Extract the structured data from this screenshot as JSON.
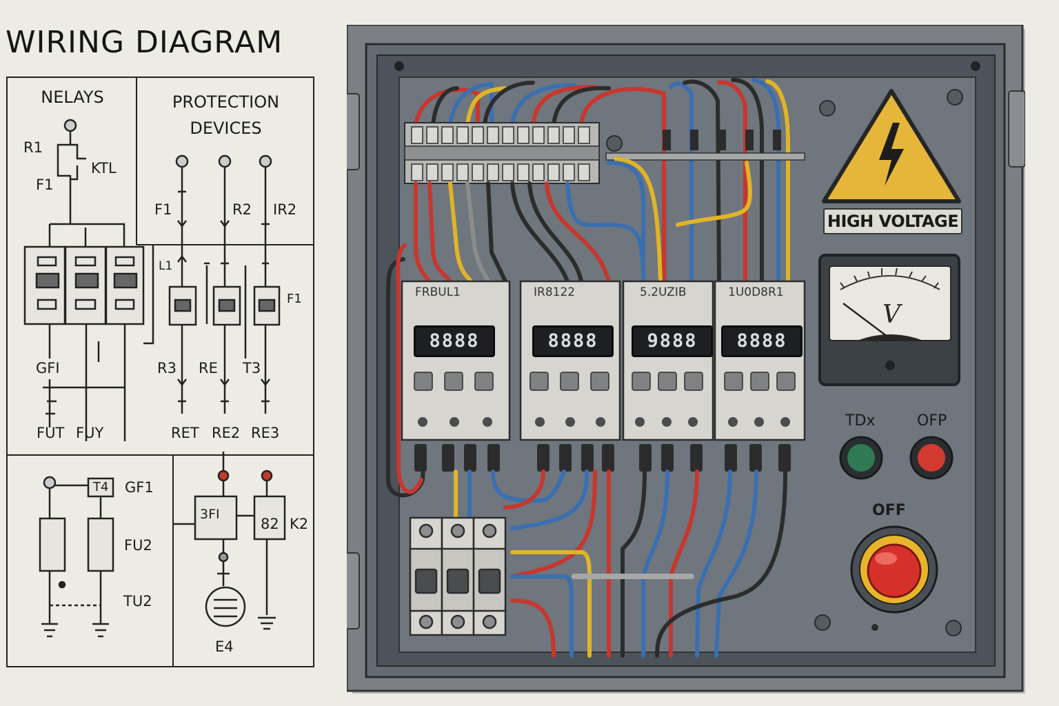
{
  "diagram": {
    "title": "WIRING DIAGRAM",
    "sections": {
      "relays": "NELAYS",
      "protection": [
        "PROTECTION",
        "DEVICES"
      ]
    },
    "relay_labels": {
      "r1": "R1",
      "f1": "F1",
      "ktl": "KTL",
      "gfi": "GFI",
      "fut": "FUT",
      "fuy": "FUY"
    },
    "protection_labels": {
      "f1": "F1",
      "r2": "R2",
      "ir2": "IR2",
      "l1": "L1",
      "f1b": "F1",
      "r3": "R3",
      "re": "RE",
      "t3": "T3",
      "ret": "RET",
      "re2": "RE2",
      "re3": "RE3"
    },
    "bottom_left_labels": {
      "t4": "T4",
      "gf1": "GF1",
      "fu2": "FU2",
      "tu2": "TU2"
    },
    "bottom_right_labels": {
      "b3f": "3FI",
      "b82": "82",
      "k2": "K2",
      "e4": "E4"
    }
  },
  "panel": {
    "warning_label": "HIGH VOLTAGE",
    "meter_unit": "V",
    "devices": [
      {
        "name": "FRBUL1",
        "display": "8888"
      },
      {
        "name": "IR8122",
        "display": "8888"
      },
      {
        "name": "5.2UZIB",
        "display": "9888"
      },
      {
        "name": "1U0D8R1",
        "display": "8888"
      }
    ],
    "indicators": {
      "green_label": "TDx",
      "red_label": "OFP",
      "green_color": "#2f7a52",
      "red_color": "#d23a2f"
    },
    "off_button": {
      "label": "OFF",
      "color": "#d6302b",
      "ring_color": "#e8b52a"
    },
    "wire_colors": {
      "red": "#c7372e",
      "blue": "#3a6fb0",
      "yellow": "#e0b428",
      "black": "#2c2c2c",
      "gray": "#8c8c8c"
    }
  }
}
